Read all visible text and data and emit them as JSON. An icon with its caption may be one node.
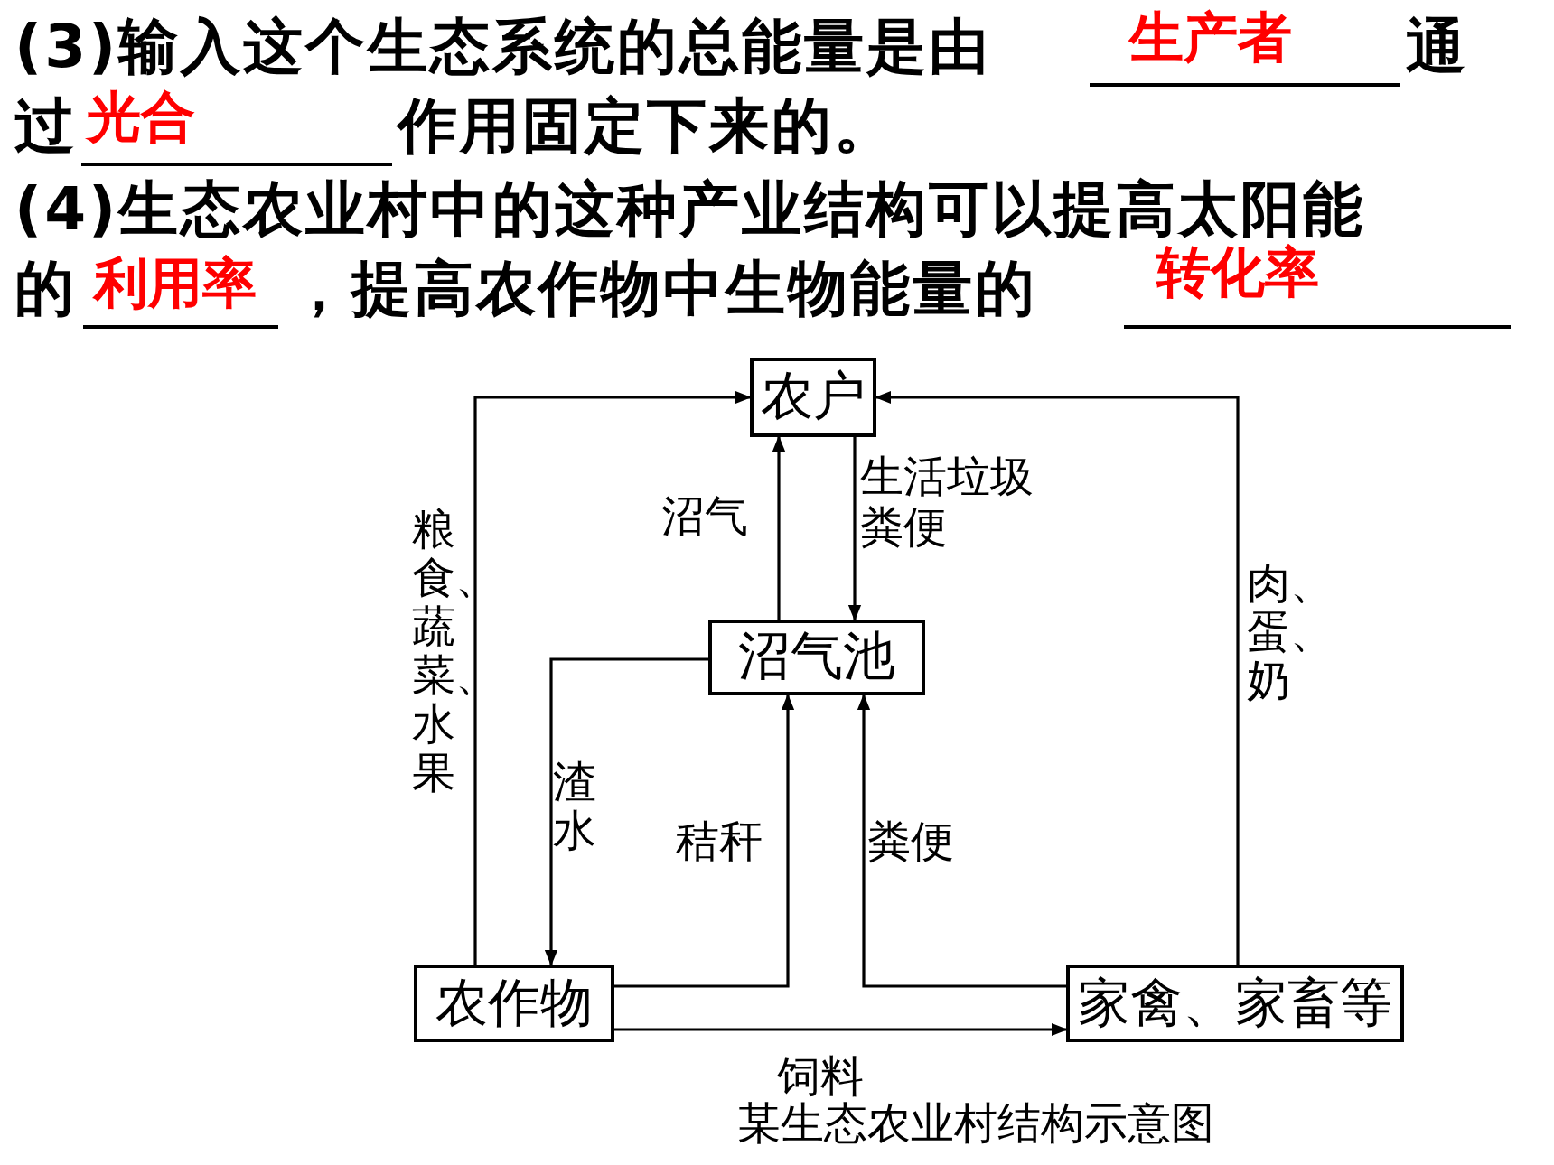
{
  "diagram": {
    "caption": "某生态农业村结构示意图",
    "nodes": [
      {
        "text": [
          "农户"
        ]
      },
      {
        "text": [
          "沼气池"
        ]
      },
      {
        "text": [
          "农作物"
        ]
      },
      {
        "text": [
          "家禽、家畜等"
        ]
      }
    ],
    "edges": [
      {
        "from": 2,
        "to": 0,
        "arrow": "to",
        "label": "粮食、蔬菜、水果"
      },
      {
        "from": 3,
        "to": 0,
        "arrow": "to",
        "label": "肉、蛋、奶"
      },
      {
        "from": 1,
        "to": 0,
        "arrow": "to",
        "label": "沼气"
      },
      {
        "from": 0,
        "to": 1,
        "arrow": "to",
        "label": "生活垃圾粪便"
      },
      {
        "from": 1,
        "to": 2,
        "arrow": "to",
        "label": "渣水"
      },
      {
        "from": 2,
        "to": 1,
        "arrow": "to",
        "label": "秸秆"
      },
      {
        "from": 3,
        "to": 1,
        "arrow": "to",
        "label": "粪便"
      },
      {
        "from": 2,
        "to": 3,
        "arrow": "to",
        "label": "饲料"
      }
    ],
    "labels": [
      "(3)输入这个生态系统的总能量是由",
      "生产者",
      "通",
      "过",
      "光合",
      "作用固定下来的。",
      "(4)生态农业村中的这种产业结构可以提高太阳能",
      "的",
      "利用率",
      "，提高农作物中生物能量的",
      "转化率"
    ]
  }
}
